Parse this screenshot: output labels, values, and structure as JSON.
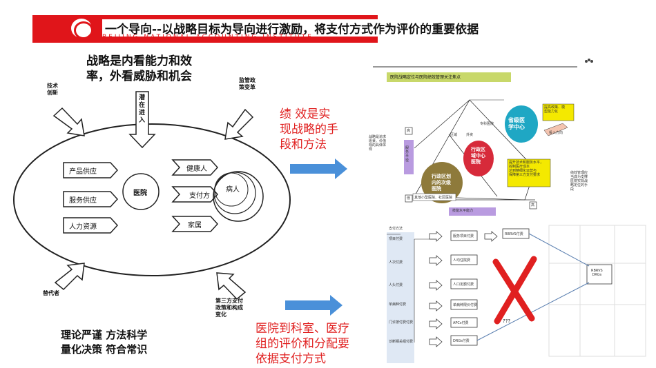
{
  "header": {
    "title": "一个导向--以战略目标为导向进行激励，将支付方式作为评价的重要依据",
    "subtitle": "BEIJING NATIONAL ACCOUNTING INSTITUTE"
  },
  "left": {
    "strategy_line1": "战略是内看能力和效",
    "strategy_line2": "率，外看威胁和机会",
    "tech": "技术\n创新",
    "policy": "监管政\n策变革",
    "entrant": "潜\n在\n进\n入",
    "substitute": "替代者",
    "thirdparty": "第三方支付\n政策和构成\n变化",
    "suppliers": [
      "产品供应",
      "服务供应",
      "人力资源"
    ],
    "hospital": "医院",
    "customers": [
      "健康人",
      "支付方",
      "家属"
    ],
    "patient": "病人",
    "theory_line1": "理论严谨  方法科学",
    "theory_line2": "量化决策  符合常识"
  },
  "middle": {
    "perf_text": "绩 效是实\n现战略的手\n段和方法",
    "dept_text": "医院到科室、医疗\n组的评价和分配要\n依据支付方式"
  },
  "right_top": {
    "title": "医院战略定位与医院绩效管理关注焦点",
    "left_note": "战略是追求\n愿景、价值\n观的具体体\n现",
    "right_note": "绩效管理应\n当成为支撑\n医院实现战\n略定位的手\n段",
    "circle_teal": "省级医\n学中心",
    "circle_red": "行政区\n域中心\n医院",
    "circle_olive": "行政区划\n内的次级\n医院",
    "label_specialty": "专科医院",
    "label_region": "区域",
    "label_foreign": "外资",
    "label_invest": "投入方向",
    "box_policy": "提高政策、模\n型能力化",
    "box_tech": "提升技术和服务水平，\n控制医疗成本\n达到精细化运营与\n保障第三方支付要求",
    "bottom_label": "其他小型医院、社区医院",
    "bottom_box": "技能水平能力",
    "axis_low": "低",
    "axis_high": "高",
    "axis_mid": "服务半径"
  },
  "right_bottom": {
    "header": "支付方法",
    "rows": [
      "项目付费",
      "人次付费",
      "人头付费",
      "单病种付费",
      "门诊按付费付费",
      "诊断相关组付费"
    ],
    "boxes": [
      "服务项目付费",
      "人均住院费",
      "人口定额付费",
      "单病种限价付费",
      "APCs付费",
      "DRGs付费"
    ],
    "rbrvs": "RBRVS付费",
    "rbrvs_drgs": "RBRVS\nDRGs",
    "question": "???"
  },
  "colors": {
    "red": "#e0151a",
    "arrow_blue": "#4a90d9",
    "teal": "#1fa7c4",
    "crimson": "#d72a3a",
    "olive": "#8e7a3b",
    "yellow": "#f4e900",
    "purple": "#b99be0"
  }
}
